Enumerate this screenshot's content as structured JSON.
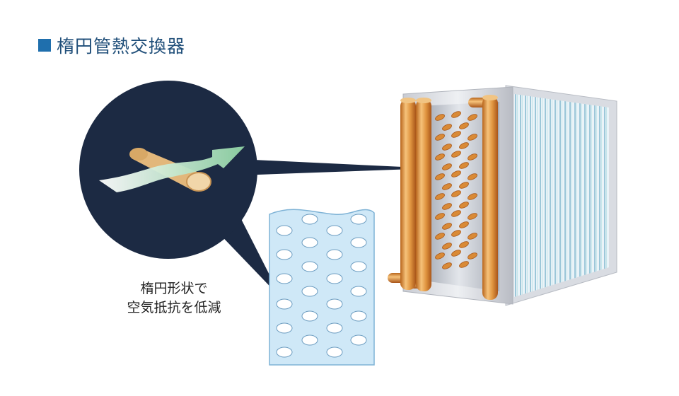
{
  "title": {
    "text": "楕円管熱交換器",
    "marker_color": "#1f6fad"
  },
  "caption": {
    "line1": "楕円形状で",
    "line2": "空気抵抗を低減"
  },
  "colors": {
    "callout_fill": "#1c2a43",
    "copper": "#d68a3a",
    "fin_panel": "#cfe8f7",
    "airflow_arrow": "#b9e3c6"
  },
  "icons": [
    "airflow-arrow-icon",
    "elliptical-tube-icon"
  ]
}
